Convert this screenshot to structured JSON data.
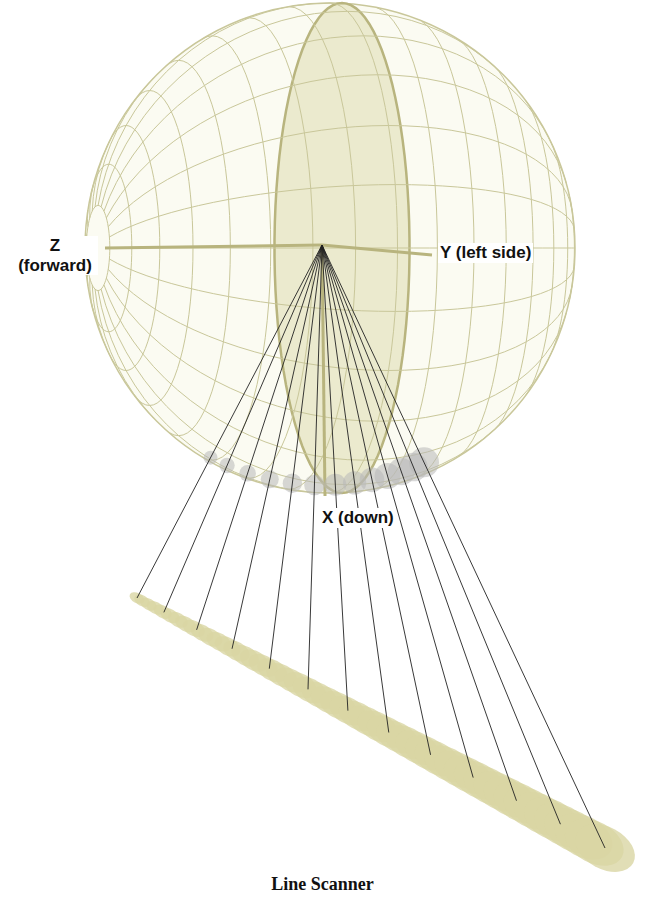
{
  "diagram": {
    "caption": "Line Scanner",
    "labels": [
      "Z (forward)",
      "Y (left side)",
      "X (down)"
    ]
  }
}
